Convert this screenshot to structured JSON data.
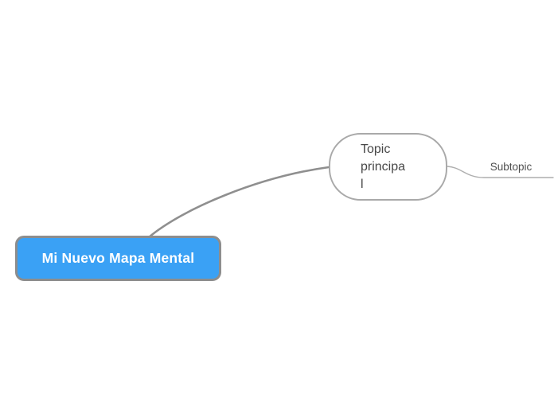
{
  "map": {
    "root_node": {
      "label": "Mi Nuevo Mapa Mental",
      "fill_color": "#3aa1f5",
      "border_color": "#8d8d8d",
      "text_color": "#ffffff"
    },
    "main_topic_node": {
      "label": "Topic principal",
      "lines": [
        "Topic",
        "principa",
        "l"
      ],
      "fill_color": "#ffffff",
      "border_color": "#a9a9a9",
      "text_color": "#474747"
    },
    "subtopic_node": {
      "label": "Subtopic",
      "text_color": "#4f4f4f",
      "branch_color": "#aeaeae"
    },
    "connector_color": "#8f8f8f"
  }
}
